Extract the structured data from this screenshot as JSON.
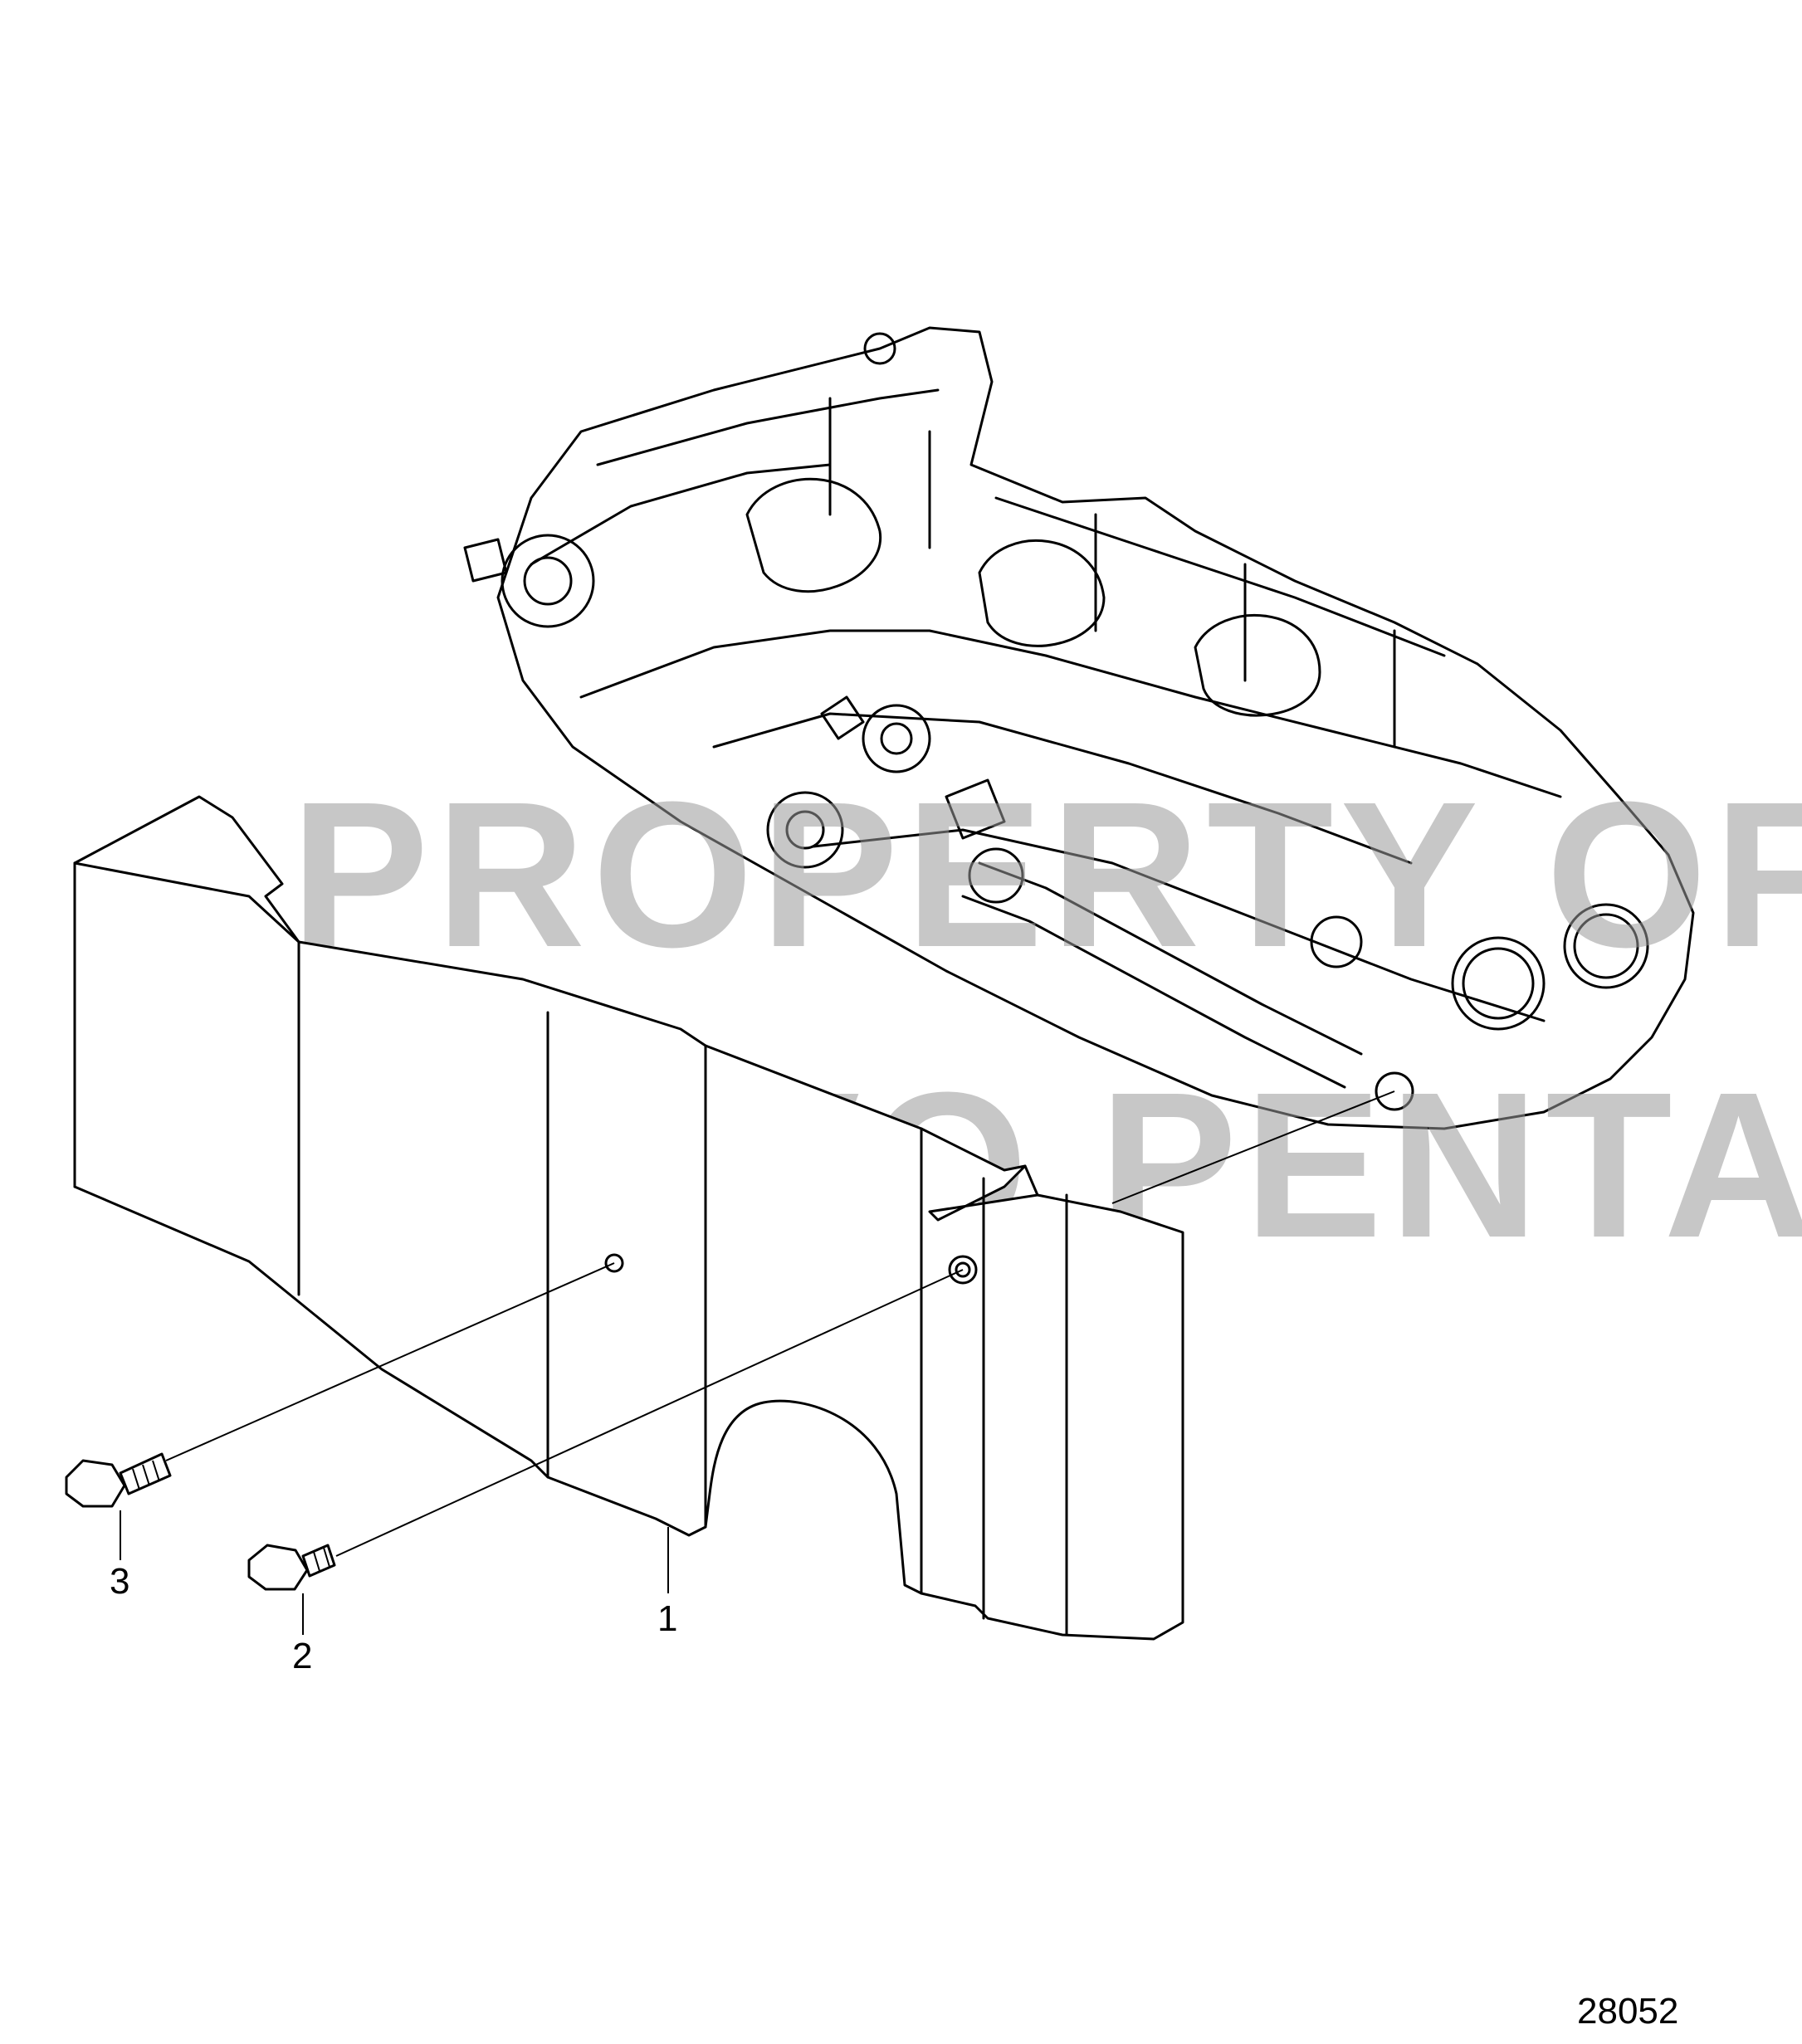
{
  "watermark": {
    "line1": "PROPERTY OF",
    "line2": "VOLVO PENTA"
  },
  "callouts": {
    "part_1": "1",
    "part_2": "2",
    "part_3": "3"
  },
  "reference_number": "28052"
}
